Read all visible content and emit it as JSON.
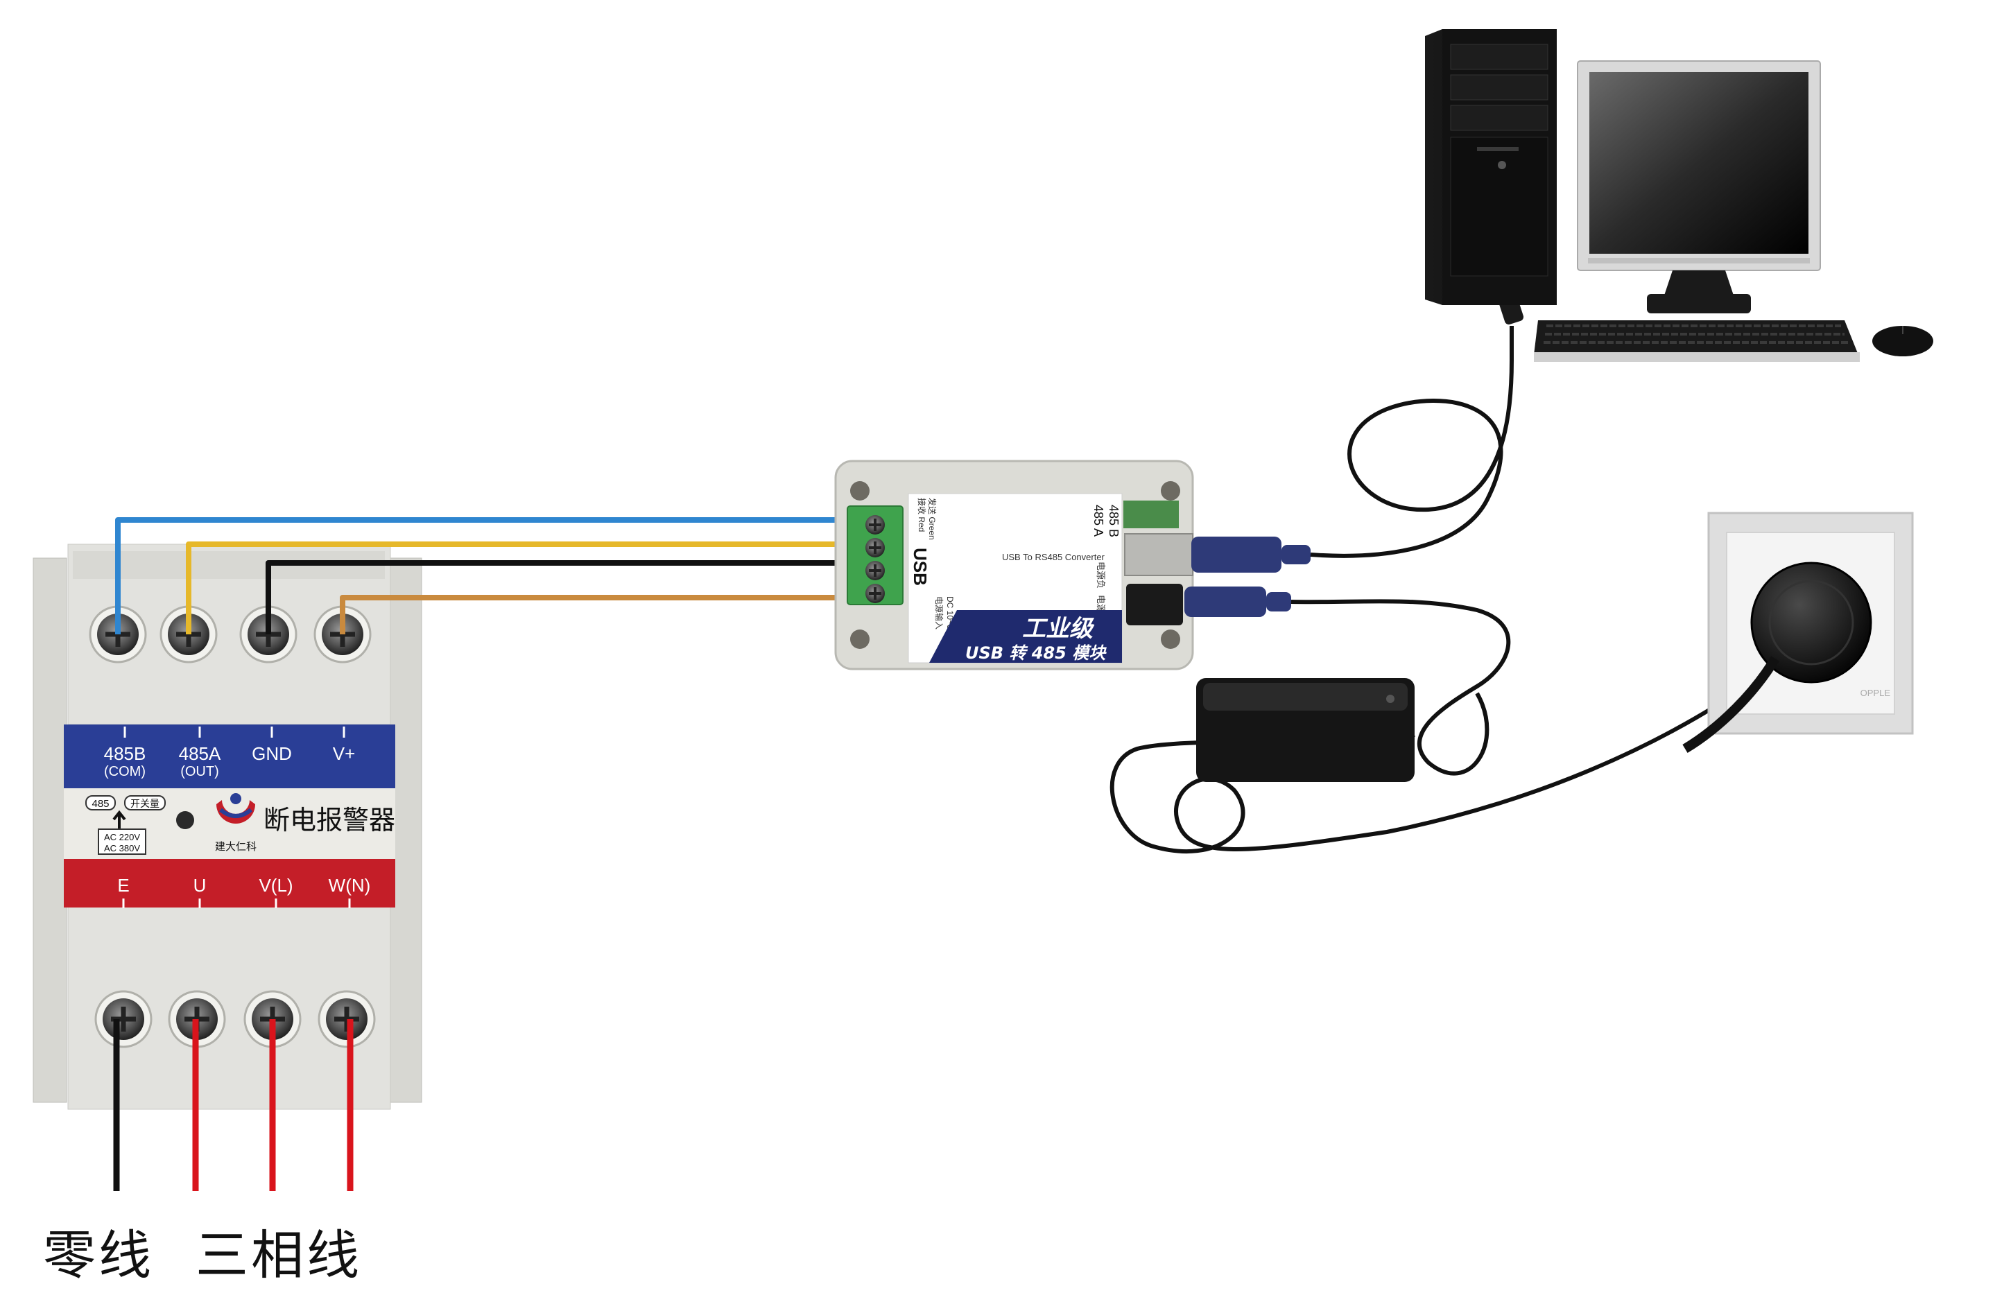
{
  "alarm": {
    "top_terminals": [
      {
        "name": "485B",
        "sub": "(COM)"
      },
      {
        "name": "485A",
        "sub": "(OUT)"
      },
      {
        "name": "GND",
        "sub": ""
      },
      {
        "name": "V+",
        "sub": ""
      }
    ],
    "bottom_terminals": [
      "E",
      "U",
      "V(L)",
      "W(N)"
    ],
    "tag_485": "485",
    "tag_switch": "开关量",
    "tag_ac1": "AC 220V",
    "tag_ac2": "AC 380V",
    "product_name": "断电报警器",
    "brand": "建大仁科"
  },
  "converter": {
    "usb": "USB",
    "subtitle": "USB To RS485 Converter",
    "pin_a": "485 A",
    "pin_b": "485 B",
    "label_industrial": "工业级",
    "label_module": "USB 转 485 模块",
    "send": "发送 Green",
    "recv": "接收 Red",
    "dc": "DC 10~30V",
    "power_in": "电源输入",
    "power_neg": "电源负",
    "power_pos": "电源正"
  },
  "socket_brand": "OPPLE",
  "labels": {
    "neutral": "零线",
    "three_phase": "三相线"
  },
  "colors": {
    "blue_wire": "#2f86d0",
    "yellow_wire": "#e6b82a",
    "black_wire": "#111111",
    "orange_wire": "#c98a3e",
    "red_wire": "#d9141c",
    "device_blue": "#2a3e96",
    "device_red": "#c41e28"
  }
}
